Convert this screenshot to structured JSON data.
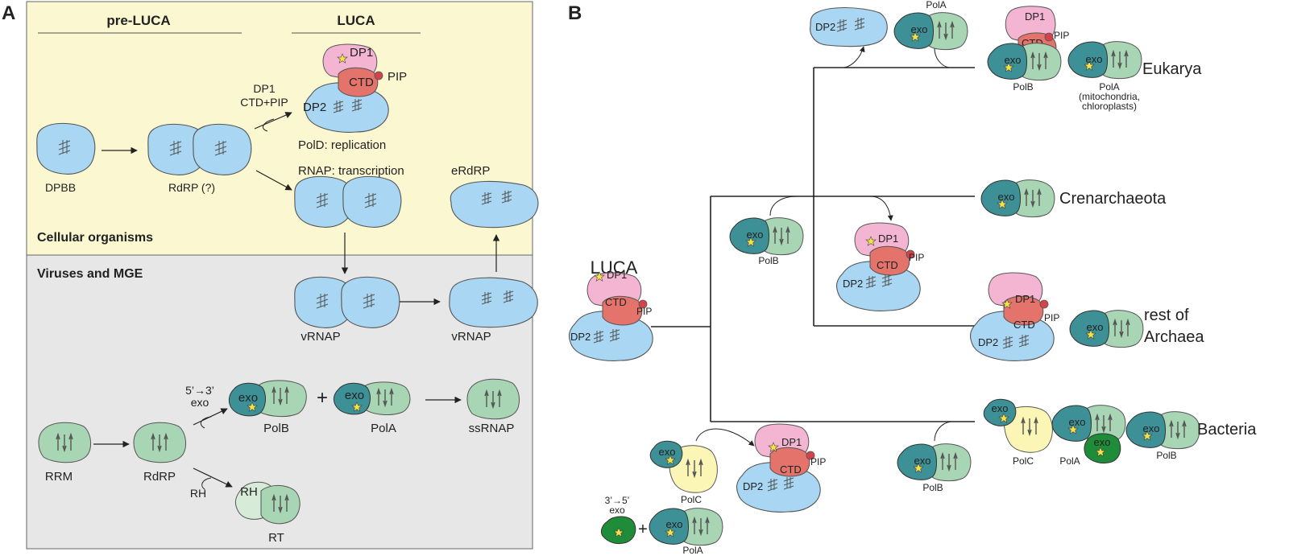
{
  "panel_a": {
    "letter": "A",
    "col_pre_luca": "pre-LUCA",
    "col_luca": "LUCA",
    "cellular_label": "Cellular organisms",
    "viruses_label": "Viruses and MGE",
    "dpbb": "DPBB",
    "rdrp_q": "RdRP (?)",
    "arrow_dp1": "DP1",
    "arrow_ctdpip": "CTD+PIP",
    "pold_caption": "PolD: replication",
    "rnap_caption": "RNAP: transcription",
    "erdrp": "eRdRP",
    "vrnap": "vRNAP",
    "rrm": "RRM",
    "rdrp": "RdRP",
    "exo_arrow_top": "5’→3’",
    "exo_arrow_bottom": "exo",
    "rh_arrow": "RH",
    "polb": "PolB",
    "plus": "+",
    "pola": "PolA",
    "ssrnap": "ssRNAP",
    "rt": "RT"
  },
  "panel_b": {
    "letter": "B",
    "luca": "LUCA",
    "eukarya": "Eukarya",
    "crenarchaeota": "Crenarchaeota",
    "rest_of": "rest of",
    "archaea": "Archaea",
    "bacteria": "Bacteria",
    "polb": "PolB",
    "pola": "PolA",
    "polc": "PolC",
    "pola_mito_1": "PolA",
    "pola_mito_2": "(mitochondria,",
    "pola_mito_3": "chloroplasts)",
    "exo_note_top": "3’→5’",
    "exo_note_bottom": "exo",
    "plus": "+"
  },
  "labels": {
    "dp1": "DP1",
    "dp2": "DP2",
    "ctd": "CTD",
    "pip": "PIP",
    "exo": "exo",
    "rh": "RH"
  },
  "colors": {
    "blue": "#a9d7f3",
    "pink": "#f4b5d3",
    "red": "#e3736b",
    "green": "#a8d5b4",
    "teal": "#3c9096",
    "darkgreen": "#1f8c3a",
    "yellow": "#fbf5b6",
    "cell_bg": "#fbf7d1",
    "virus_bg": "#e7e7e7"
  }
}
